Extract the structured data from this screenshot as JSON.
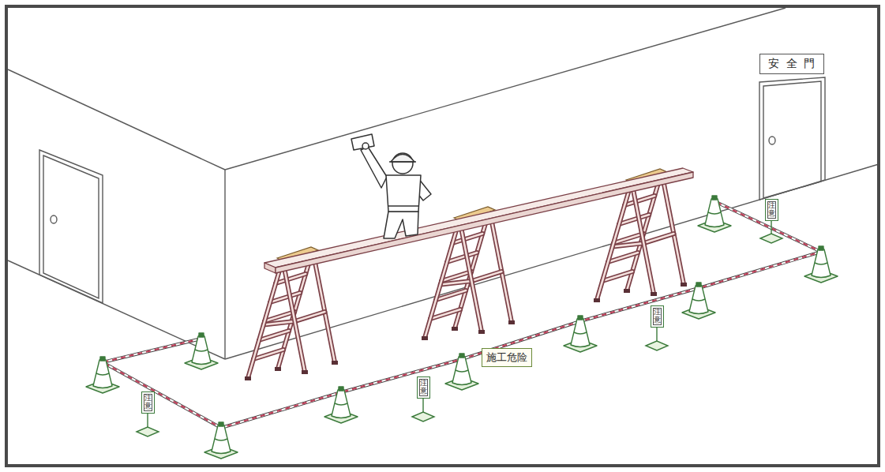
{
  "diagram": {
    "nodes": [
      {
        "text": [
          "安全門"
        ]
      },
      {
        "text": [
          "注意"
        ]
      },
      {
        "text": [
          "注意"
        ]
      },
      {
        "text": [
          "施工危险"
        ]
      },
      {
        "text": [
          "注意"
        ]
      },
      {
        "text": [
          "注意"
        ]
      }
    ]
  }
}
